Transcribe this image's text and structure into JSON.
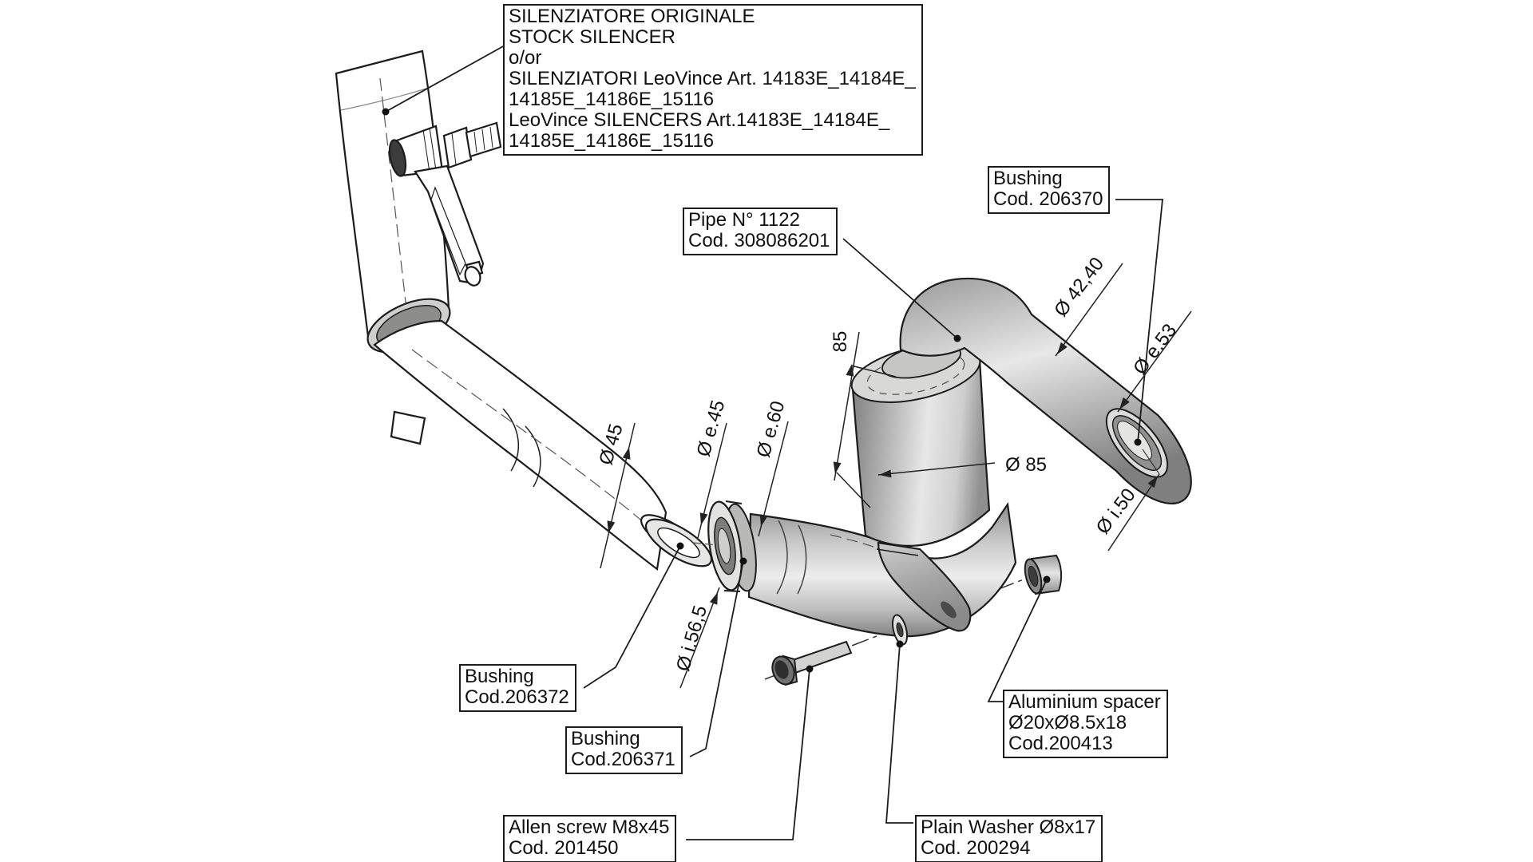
{
  "callouts": {
    "stock_silencer": {
      "lines": [
        "SILENZIATORE ORIGINALE",
        "STOCK SILENCER",
        "o/or",
        "SILENZIATORI LeoVince Art. 14183E_14184E_",
        "14185E_14186E_15116",
        "LeoVince SILENCERS Art.14183E_14184E_",
        "14185E_14186E_15116"
      ]
    },
    "bushing_top": {
      "lines": [
        "Bushing",
        "Cod. 206370"
      ]
    },
    "pipe": {
      "lines": [
        "Pipe N° 1122",
        "Cod. 308086201"
      ]
    },
    "bushing_left": {
      "lines": [
        "Bushing",
        "Cod.206372"
      ]
    },
    "bushing_mid": {
      "lines": [
        "Bushing",
        "Cod.206371"
      ]
    },
    "allen_screw": {
      "lines": [
        "Allen screw M8x45",
        "Cod. 201450"
      ]
    },
    "plain_washer": {
      "lines": [
        "Plain Washer Ø8x17",
        "Cod. 200294"
      ]
    },
    "aluminium_spacer": {
      "lines": [
        "Aluminium spacer",
        "Ø20xØ8.5x18",
        "Cod.200413"
      ]
    }
  },
  "dimensions": {
    "pipe_od_stock": "Ø 45",
    "bushing_outer_45": "Ø e.45",
    "flange_outer_60": "Ø e.60",
    "flange_inner_565": "Ø i.56,5",
    "muffler_length": "85",
    "muffler_diameter": "Ø 85",
    "pipe_od_4240": "Ø 42,40",
    "outlet_outer_53": "Ø e.53",
    "outlet_inner_50": "Ø i.50"
  },
  "colors": {
    "line": "#1c1c1c",
    "metal_light": "#ececec",
    "metal_mid": "#c0c0c0",
    "metal_dark": "#808080",
    "background": "#ffffff"
  }
}
